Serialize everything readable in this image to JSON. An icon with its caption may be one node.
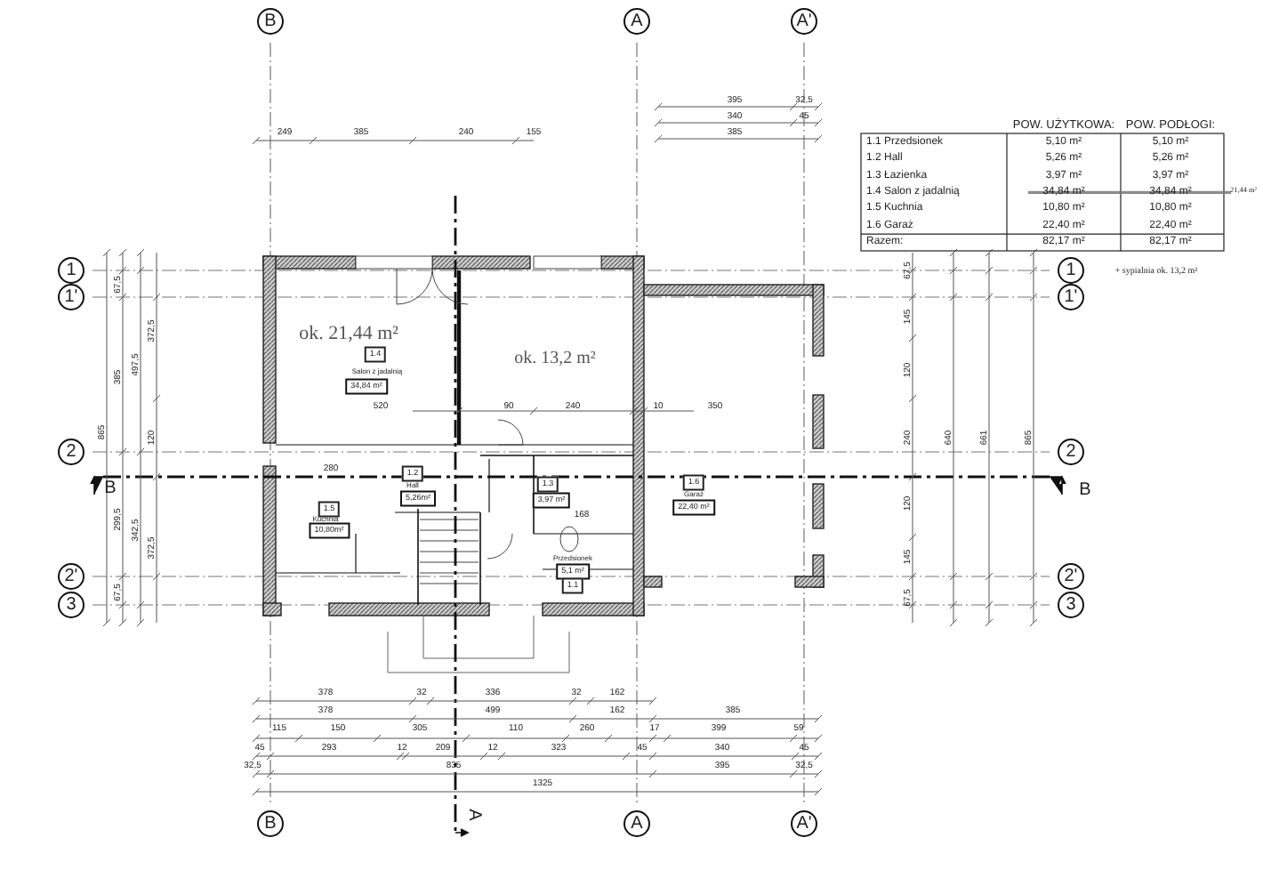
{
  "diagram": {
    "nodes": [
      {
        "text": [
          "B"
        ]
      },
      {
        "text": [
          "A"
        ]
      },
      {
        "text": [
          "A'"
        ]
      },
      {
        "text": [
          "1"
        ]
      },
      {
        "text": [
          "1'"
        ]
      },
      {
        "text": [
          "2"
        ]
      },
      {
        "text": [
          "2'"
        ]
      },
      {
        "text": [
          "3"
        ]
      },
      {
        "text": [
          "1"
        ]
      },
      {
        "text": [
          "1'"
        ]
      },
      {
        "text": [
          "2"
        ]
      },
      {
        "text": [
          "2'"
        ]
      },
      {
        "text": [
          "3"
        ]
      },
      {
        "text": [
          "B"
        ]
      },
      {
        "text": [
          "A"
        ]
      },
      {
        "text": [
          "A'"
        ]
      },
      {
        "text": [
          "1.4"
        ]
      },
      {
        "text": [
          "34,84 m²"
        ]
      },
      {
        "text": [
          "1.2"
        ]
      },
      {
        "text": [
          "5,26m²"
        ]
      },
      {
        "text": [
          "1.6"
        ]
      },
      {
        "text": [
          "22,40 m²"
        ]
      },
      {
        "text": [
          "1.3"
        ]
      },
      {
        "text": [
          "3,97 m²"
        ]
      },
      {
        "text": [
          "1.5"
        ]
      },
      {
        "text": [
          "10,80m²"
        ]
      },
      {
        "text": [
          "5,1 m²"
        ]
      },
      {
        "text": [
          "1.1"
        ]
      }
    ],
    "labels": [
      "POW. UŻYTKOWA:",
      "POW. PODŁOGI:",
      "1.1 Przedsionek",
      "5,10 m²",
      "5,10 m²",
      "1.2 Hall",
      "5,26 m²",
      "5,26 m²",
      "1.3 Łazienka",
      "3,97 m²",
      "3,97 m²",
      "1.4 Salon z jadalnią",
      "34,84 m²",
      "34,84 m²",
      "1.5 Kuchnia",
      "10,80 m²",
      "10,80 m²",
      "1.6 Garaż",
      "22,40 m²",
      "22,40 m²",
      "Razem:",
      "82,17 m²",
      "82,17 m²",
      "21,44 m²",
      "+ sypialnia ok. 13,2 m²",
      "ok. 21,44 m²",
      "ok. 13,2 m²",
      "Salon z jadalnią",
      "Hall",
      "Kuchnia",
      "Przedsionek",
      "Garaż",
      "520",
      "90",
      "240",
      "10",
      "350",
      "280",
      "168",
      "395",
      "32,5",
      "340",
      "45",
      "249",
      "385",
      "240",
      "155",
      "385",
      "865",
      "67,5",
      "385",
      "299,5",
      "67,5",
      "497,5",
      "342,5",
      "372,5",
      "120",
      "372,5",
      "67,5",
      "145",
      "120",
      "240",
      "120",
      "145",
      "67,5",
      "640",
      "661",
      "865",
      "378",
      "32",
      "336",
      "32",
      "162",
      "378",
      "499",
      "162",
      "385",
      "115",
      "150",
      "305",
      "110",
      "260",
      "17",
      "399",
      "59",
      "45",
      "293",
      "12",
      "209",
      "12",
      "323",
      "45",
      "340",
      "45",
      "32,5",
      "835",
      "395",
      "32,5",
      "1325",
      "B",
      "B",
      "A"
    ]
  }
}
